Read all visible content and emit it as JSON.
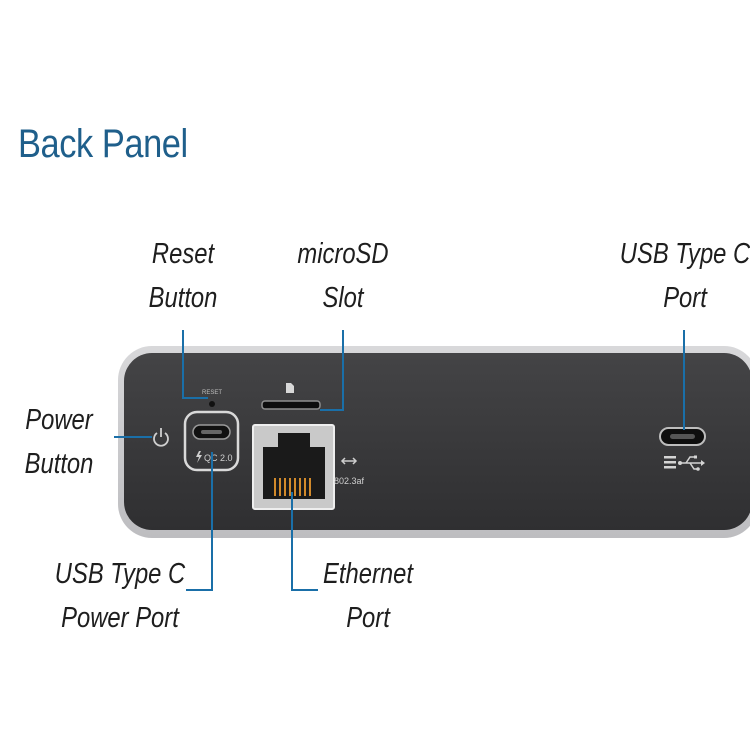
{
  "title": "Back Panel",
  "callouts": {
    "reset": [
      "Reset",
      "Button"
    ],
    "microsd": [
      "microSD",
      "Slot"
    ],
    "usbc": [
      "USB Type C",
      "Port"
    ],
    "power": [
      "Power",
      "Button"
    ],
    "usbpower": [
      "USB Type C",
      "Power Port"
    ],
    "ethernet": [
      "Ethernet",
      "Port"
    ]
  },
  "panel_text": {
    "reset": "RESET",
    "qc": "QC 2.0",
    "poe": "802.3af"
  },
  "colors": {
    "title": "#1f5f8b",
    "panel": "#3a3a3c",
    "leader": "#1a6fa8"
  },
  "icons": [
    "power-icon",
    "lightning-icon",
    "sd-card-icon",
    "network-arrows-icon",
    "usb-icon"
  ]
}
